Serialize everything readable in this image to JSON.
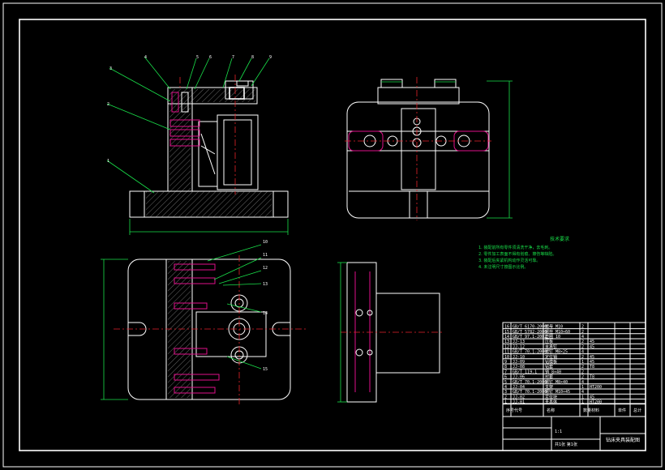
{
  "drawing": {
    "colors": {
      "background": "#000000",
      "outline": "#ffffff",
      "dimension": "#19e04a",
      "centerline": "#e4222a",
      "hidden": "#e0108a"
    },
    "balloons_front": [
      "1",
      "2",
      "3",
      "4",
      "5",
      "6",
      "7",
      "8",
      "9"
    ],
    "balloons_top": [
      "10",
      "11",
      "12",
      "13",
      "14",
      "15"
    ],
    "technical_requirements": {
      "title": "技术要求",
      "lines": [
        "1. 装配前所有零件须清洗干净，去毛刺。",
        "2. 零件加工表面不得有划痕、擦伤等缺陷。",
        "3. 装配后夹紧机构动作灵活可靠。",
        "4. 未注明尺寸按图示比例。"
      ]
    },
    "parts_list": {
      "rows": [
        [
          "16",
          "GB/T 6170-2000",
          "螺母 M10",
          "2",
          "",
          "",
          ""
        ],
        [
          "15",
          "GB/T 5782-2000",
          "螺栓 M10×60",
          "2",
          "",
          "",
          ""
        ],
        [
          "14",
          "GB/T 97.1-2002",
          "垫圈 10",
          "4",
          "",
          "",
          ""
        ],
        [
          "13",
          "JJ-13",
          "压板",
          "2",
          "45",
          "",
          ""
        ],
        [
          "12",
          "JJ-12",
          "支承钉",
          "2",
          "45",
          "",
          ""
        ],
        [
          "11",
          "GB/T 70.1-2000",
          "螺钉 M8×25",
          "4",
          "",
          "",
          ""
        ],
        [
          "10",
          "JJ-10",
          "定位销",
          "2",
          "45",
          "",
          ""
        ],
        [
          "9",
          "JJ-09",
          "钻模板",
          "1",
          "45",
          "",
          ""
        ],
        [
          "8",
          "JJ-08",
          "钻套",
          "2",
          "T8",
          "",
          ""
        ],
        [
          "7",
          "GB/T 119.1",
          "销 8×40",
          "2",
          "",
          "",
          ""
        ],
        [
          "6",
          "JJ-06",
          "衬套",
          "2",
          "T8",
          "",
          ""
        ],
        [
          "5",
          "GB/T 70.1-2000",
          "螺钉 M8×40",
          "4",
          "",
          "",
          ""
        ],
        [
          "4",
          "JJ-04",
          "支架",
          "1",
          "HT200",
          "",
          ""
        ],
        [
          "3",
          "GB/T 70.1-2000",
          "螺钉 M10×45",
          "4",
          "",
          "",
          ""
        ],
        [
          "2",
          "JJ-02",
          "定位块",
          "1",
          "45",
          "",
          ""
        ],
        [
          "1",
          "JJ-01",
          "夹具体",
          "1",
          "HT200",
          "",
          ""
        ]
      ],
      "header": [
        "序号",
        "代号",
        "名称",
        "数量",
        "材料",
        "单件",
        "总计"
      ]
    },
    "title_block": {
      "name": "钻床夹具装配图",
      "scale": "1:1",
      "sheet": "共1张 第1张"
    }
  }
}
